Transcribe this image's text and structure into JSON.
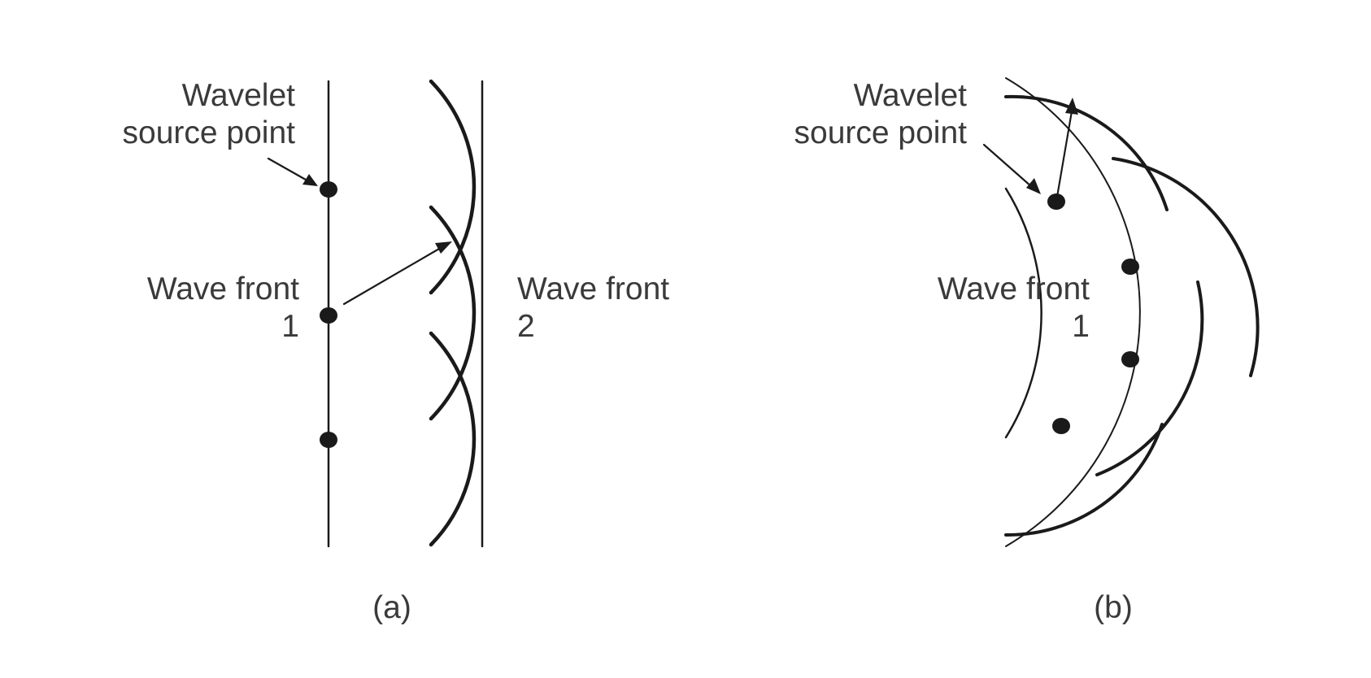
{
  "panels": [
    {
      "id": "a",
      "caption": "(a)",
      "source_label_line1": "Wavelet",
      "source_label_line2": "source point",
      "front1_label_line1": "Wave front",
      "front1_label_line2": "1",
      "front2_label_line1": "Wave front",
      "front2_label_line2": "2",
      "wavelet_source_count": 3
    },
    {
      "id": "b",
      "caption": "(b)",
      "source_label_line1": "Wavelet",
      "source_label_line2": "source point",
      "front1_label_line1": "Wave front",
      "front1_label_line2": "1",
      "wavelet_source_count": 4
    }
  ],
  "colors": {
    "ink": "#1a1a1a",
    "text": "#3a3a3a"
  }
}
